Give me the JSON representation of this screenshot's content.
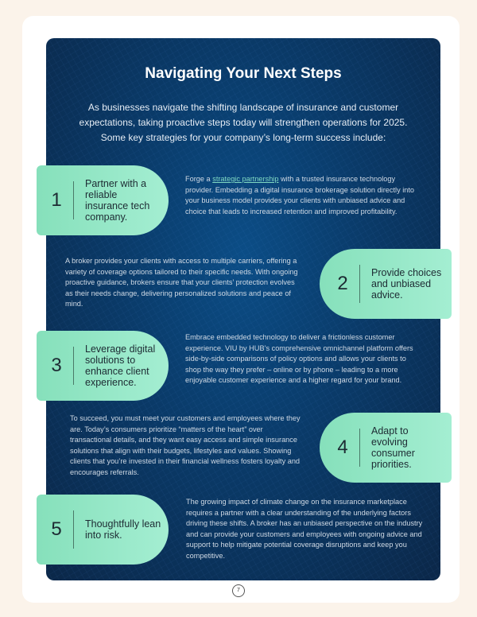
{
  "title": "Navigating Your Next Steps",
  "intro": "As businesses navigate the shifting landscape of insurance and customer expectations, taking proactive steps today will strengthen operations for 2025. Some key strategies for your company’s long-term success include:",
  "steps": [
    {
      "num": "1",
      "title": "Partner with a reliable insurance tech company.",
      "desc_pre": "Forge a ",
      "link": "strategic partnership",
      "desc_post": " with a trusted insurance technology provider. Embedding a digital insurance brokerage solution directly into your business model provides your clients with unbiased advice and choice that leads to increased retention and improved profitability."
    },
    {
      "num": "2",
      "title": "Provide choices and unbiased advice.",
      "desc": "A broker provides your clients with access to multiple carriers, offering a variety of coverage options tailored to their specific needs. With ongoing proactive guidance, brokers ensure that your clients’ protection evolves as their needs change, delivering personalized solutions and peace of mind."
    },
    {
      "num": "3",
      "title": "Leverage digital solutions to enhance client experience.",
      "desc": "Embrace embedded technology to deliver a frictionless customer experience. VIU by HUB’s comprehensive omnichannel platform offers side-by-side comparisons of policy options and allows your clients to shop the way they prefer – online or by phone – leading to a more enjoyable customer experience and a higher regard for your brand."
    },
    {
      "num": "4",
      "title": "Adapt to evolving consumer priorities.",
      "desc": "To succeed, you must meet your customers and employees where they are. Today’s consumers prioritize “matters of the heart” over transactional details, and they want easy access and simple insurance solutions that align with their budgets, lifestyles and values. Showing clients that you’re invested in their financial wellness fosters loyalty and encourages referrals."
    },
    {
      "num": "5",
      "title": "Thoughtfully lean into risk.",
      "desc": "The growing impact of climate change on the insurance marketplace requires a partner with a clear understanding of the underlying factors driving these shifts. A broker has an unbiased perspective on the industry and can provide your customers and employees with ongoing advice and support to help mitigate potential coverage disruptions and keep you competitive."
    }
  ],
  "page_number": "7"
}
